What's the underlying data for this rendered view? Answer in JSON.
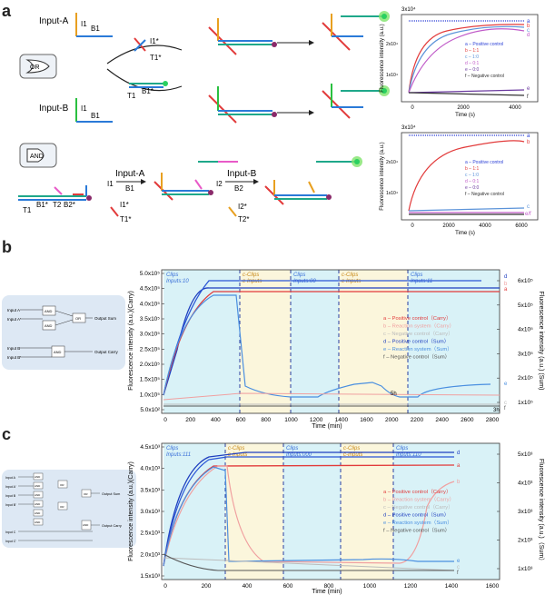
{
  "panels": {
    "a": {
      "letter": "a",
      "input_a": "Input-A",
      "input_b": "Input-B",
      "gate_or": "OR",
      "gate_and": "AND",
      "l1": "I1",
      "b1": "B1",
      "l1_star": "I1*",
      "t1_star": "T1*",
      "t1": "T1",
      "b1_star": "B1*",
      "t2": "T2",
      "b2_star": "B2*",
      "l2": "I2",
      "b2": "B2",
      "l2_star": "I2*",
      "t2_star": "T2*",
      "plot1": {
        "yexp": "3x10⁴",
        "ylabel": "Fluorescence intensity (a.u.)",
        "xlabel": "Time (s)",
        "xticks": [
          "0",
          "2000",
          "4000"
        ],
        "yticks": [
          "1x10⁴",
          "2x10⁴"
        ],
        "legend": [
          {
            "key": "a",
            "text": "a – Positive control",
            "color": "#2a3fd6"
          },
          {
            "key": "b",
            "text": "b – 1:1",
            "color": "#e23b3b"
          },
          {
            "key": "c",
            "text": "c – 1:0",
            "color": "#5b93d9"
          },
          {
            "key": "d",
            "text": "d – 0:1",
            "color": "#c05ac8"
          },
          {
            "key": "e",
            "text": "e – 0:0",
            "color": "#6c3ba0"
          },
          {
            "key": "f",
            "text": "f – Negative control",
            "color": "#333333"
          }
        ],
        "end_labels": [
          "a",
          "b",
          "c",
          "d",
          "e",
          "f"
        ]
      },
      "plot2": {
        "yexp": "3x10⁴",
        "ylabel": "Fluorescence intensity (a.u.)",
        "xlabel": "Time (s)",
        "xticks": [
          "0",
          "2000",
          "4000",
          "6000"
        ],
        "yticks": [
          "1x10⁴",
          "2x10⁴"
        ],
        "legend": [
          {
            "key": "a",
            "text": "a – Positive control",
            "color": "#2a3fd6"
          },
          {
            "key": "b",
            "text": "b – 1:1",
            "color": "#e23b3b"
          },
          {
            "key": "c",
            "text": "c – 1:0",
            "color": "#5b93d9"
          },
          {
            "key": "d",
            "text": "d – 0:1",
            "color": "#c05ac8"
          },
          {
            "key": "e",
            "text": "e – 0:0",
            "color": "#6c3ba0"
          },
          {
            "key": "f",
            "text": "f – Negative control",
            "color": "#333333"
          }
        ],
        "end_labels": [
          "a",
          "b",
          "c",
          "e/f"
        ]
      }
    },
    "b": {
      "letter": "b",
      "schematic": {
        "inputs": [
          "Input A",
          "Input A'",
          "Input B",
          "Input B'"
        ],
        "gates": [
          "AND",
          "AND",
          "OR",
          "AND"
        ],
        "outputs": [
          "Output Sum",
          "Output Carry"
        ]
      },
      "ylabel_left": "Fluorescence intensity (a.u.)(Carry)",
      "ylabel_right": "Fluorescence intensity (a.u.) (Sum)",
      "xlabel": "Time (min)",
      "yticks_left": [
        "5.0x10⁵",
        "4.5x10⁵",
        "4.0x10⁵",
        "3.5x10⁵",
        "3.0x10⁵",
        "2.5x10⁵",
        "2.0x10⁵",
        "1.5x10⁵",
        "1.0x10⁵",
        "5.0x10²"
      ],
      "yticks_right": [
        "6x10⁵",
        "5x10⁵",
        "4x10⁵",
        "3x10⁵",
        "2x10⁵",
        "1x10⁵"
      ],
      "xticks": [
        "0",
        "200",
        "400",
        "600",
        "800",
        "1000",
        "1200",
        "1400",
        "1600",
        "2000",
        "2200",
        "2400",
        "2600",
        "2800"
      ],
      "segments": [
        {
          "l1": "Clips",
          "l2": "Inputs:10",
          "color": "#3a6fd8"
        },
        {
          "l1": "c-Clips",
          "l2": "c-Inputs",
          "color": "#c98a1a"
        },
        {
          "l1": "Clips",
          "l2": "Inputs:00",
          "color": "#3a6fd8"
        },
        {
          "l1": "c-Clips",
          "l2": "c-Inputs",
          "color": "#c98a1a"
        },
        {
          "l1": "Clips",
          "l2": "Inputs:11",
          "color": "#3a6fd8"
        }
      ],
      "break_labels": [
        "5h",
        "3h"
      ],
      "legend": [
        {
          "text": "a – Positive control（Carry）",
          "color": "#e23b3b"
        },
        {
          "text": "b – Reaction system（Carry）",
          "color": "#f0a0a0"
        },
        {
          "text": "c – Negative control（Carry）",
          "color": "#bbbbbb"
        },
        {
          "text": "d – Positive control（Sum）",
          "color": "#1f3fbf"
        },
        {
          "text": "e – Reaction system（Sum）",
          "color": "#4a8fe0"
        },
        {
          "text": "f – Negative control（Sum）",
          "color": "#555555"
        }
      ],
      "end_labels": [
        "d",
        "b",
        "a",
        "e",
        "c",
        "f"
      ]
    },
    "c": {
      "letter": "c",
      "schematic": {
        "inputs": [
          "Input A",
          "Input A'",
          "Input B",
          "Input B'",
          "Input C",
          "Input C'"
        ],
        "gates": [
          "AND",
          "AND",
          "AND",
          "AND",
          "AND",
          "AND",
          "OR",
          "OR",
          "OR",
          "AND"
        ],
        "outputs": [
          "Output Sum",
          "Output Carry"
        ]
      },
      "ylabel_left": "Fluorescence intensity (a.u.)(Carry)",
      "ylabel_right": "Fluorescence intensity (a.u.)（Sum）",
      "xlabel": "Time (min)",
      "yticks_left": [
        "4.5x10³",
        "4.0x10³",
        "3.5x10³",
        "3.0x10³",
        "2.5x10³",
        "2.0x10³",
        "1.5x10³"
      ],
      "yticks_right": [
        "5x10³",
        "4x10³",
        "3x10³",
        "2x10³",
        "1x10³"
      ],
      "xticks": [
        "0",
        "200",
        "400",
        "600",
        "800",
        "1000",
        "1200",
        "1400",
        "1600"
      ],
      "segments": [
        {
          "l1": "Clips",
          "l2": "Inputs:111",
          "color": "#3a6fd8"
        },
        {
          "l1": "c-Clips",
          "l2": "c-Inputs",
          "color": "#c98a1a"
        },
        {
          "l1": "Clips",
          "l2": "Inputs:000",
          "color": "#3a6fd8"
        },
        {
          "l1": "c-Clips",
          "l2": "c-Inputs",
          "color": "#c98a1a"
        },
        {
          "l1": "Clips",
          "l2": "Inputs:110",
          "color": "#3a6fd8"
        }
      ],
      "legend": [
        {
          "text": "a – Positive control（Carry）",
          "color": "#e23b3b"
        },
        {
          "text": "b – Reaction system（Carry）",
          "color": "#f0a0a0"
        },
        {
          "text": "c – Negative control（Carry）",
          "color": "#bbbbbb"
        },
        {
          "text": "d – Positive control（Sum）",
          "color": "#1f3fbf"
        },
        {
          "text": "e – Reaction system（Sum）",
          "color": "#4a8fe0"
        },
        {
          "text": "f – Negative control（Sum）",
          "color": "#555555"
        }
      ],
      "end_labels": [
        "d",
        "a",
        "b",
        "e",
        "c",
        "f"
      ]
    }
  },
  "colors": {
    "blue_seg": "#d9f2f7",
    "yellow_seg": "#fbf6dc",
    "schematic_bg": "#dde8f4"
  }
}
